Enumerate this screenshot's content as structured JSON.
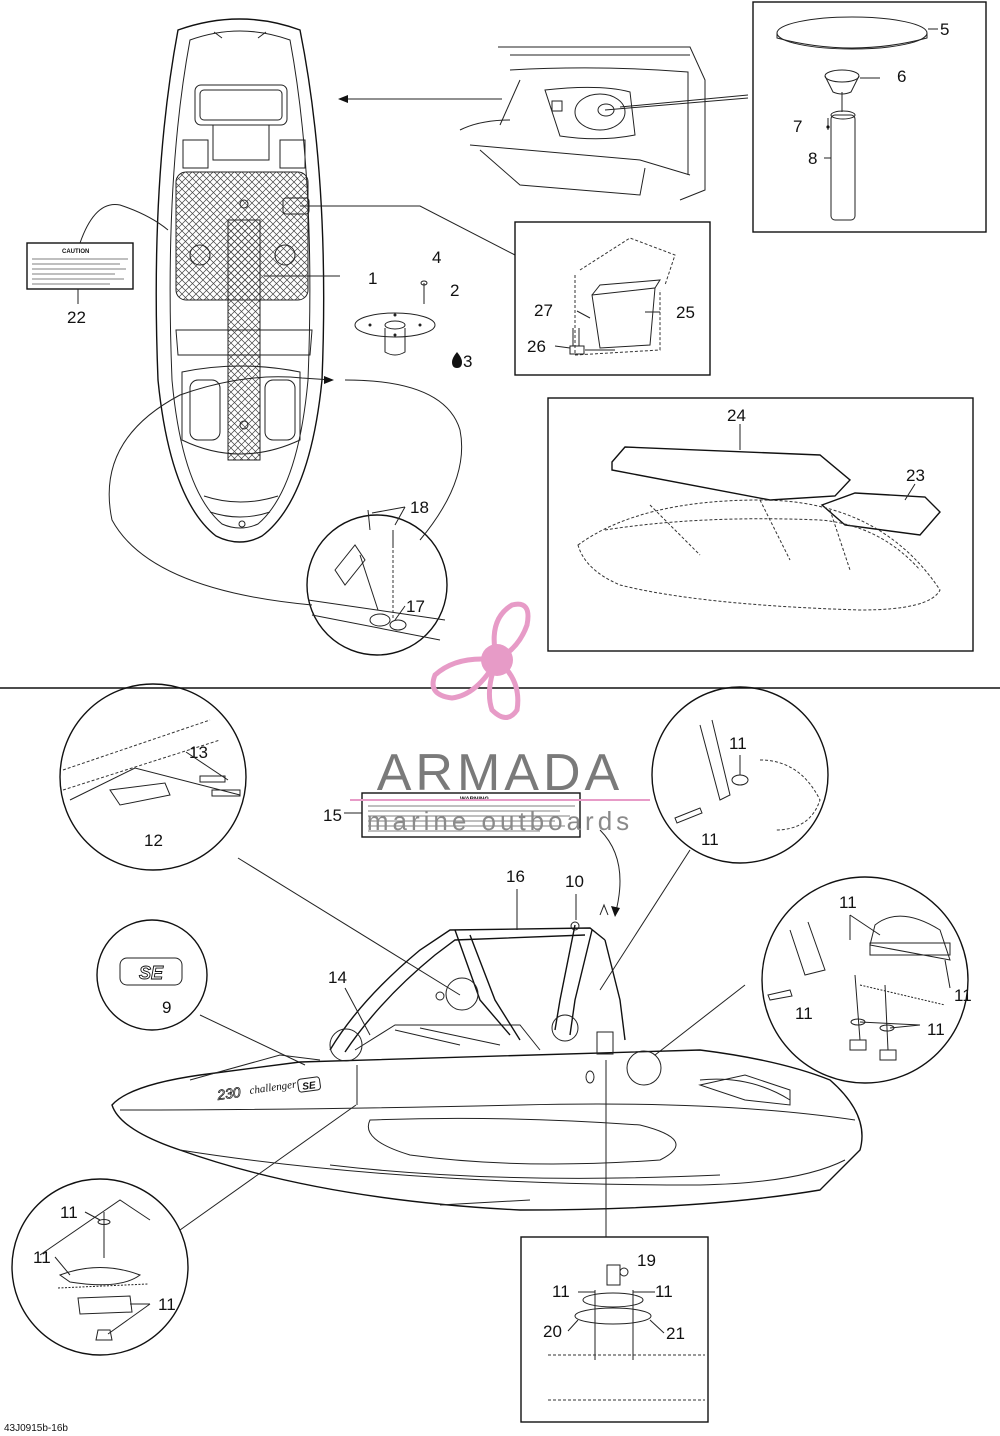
{
  "figure_code": "43J0915b-16b",
  "watermark": {
    "brand": "ARMADA",
    "tagline": "marine outboards",
    "color": "#e79bc7"
  },
  "decals": {
    "caution_heading": "CAUTION",
    "warning_heading": "WARNING"
  },
  "hull_decal": {
    "model": "230",
    "script": "challenger",
    "badge": "SE"
  },
  "emblem": "SE",
  "callouts": {
    "c1": "1",
    "c2": "2",
    "c3": "3",
    "c4": "4",
    "c5": "5",
    "c6": "6",
    "c7": "7",
    "c8": "8",
    "c9": "9",
    "c10": "10",
    "c12": "12",
    "c13": "13",
    "c14": "14",
    "c15": "15",
    "c16": "16",
    "c17": "17",
    "c18": "18",
    "c19": "19",
    "c20": "20",
    "c21": "21",
    "c22": "22",
    "c23": "23",
    "c24": "24",
    "c25": "25",
    "c26": "26",
    "c27": "27",
    "c11": "11",
    "c11b": "11",
    "c11c": "11",
    "c11d": "11",
    "c11e": "11",
    "c11f": "11",
    "c11g": "11",
    "c11h": "11",
    "c11i": "11",
    "c11j": "11",
    "c11k": "11"
  },
  "colors": {
    "line": "#111111",
    "background": "#ffffff",
    "accent": "#e79bc7"
  }
}
